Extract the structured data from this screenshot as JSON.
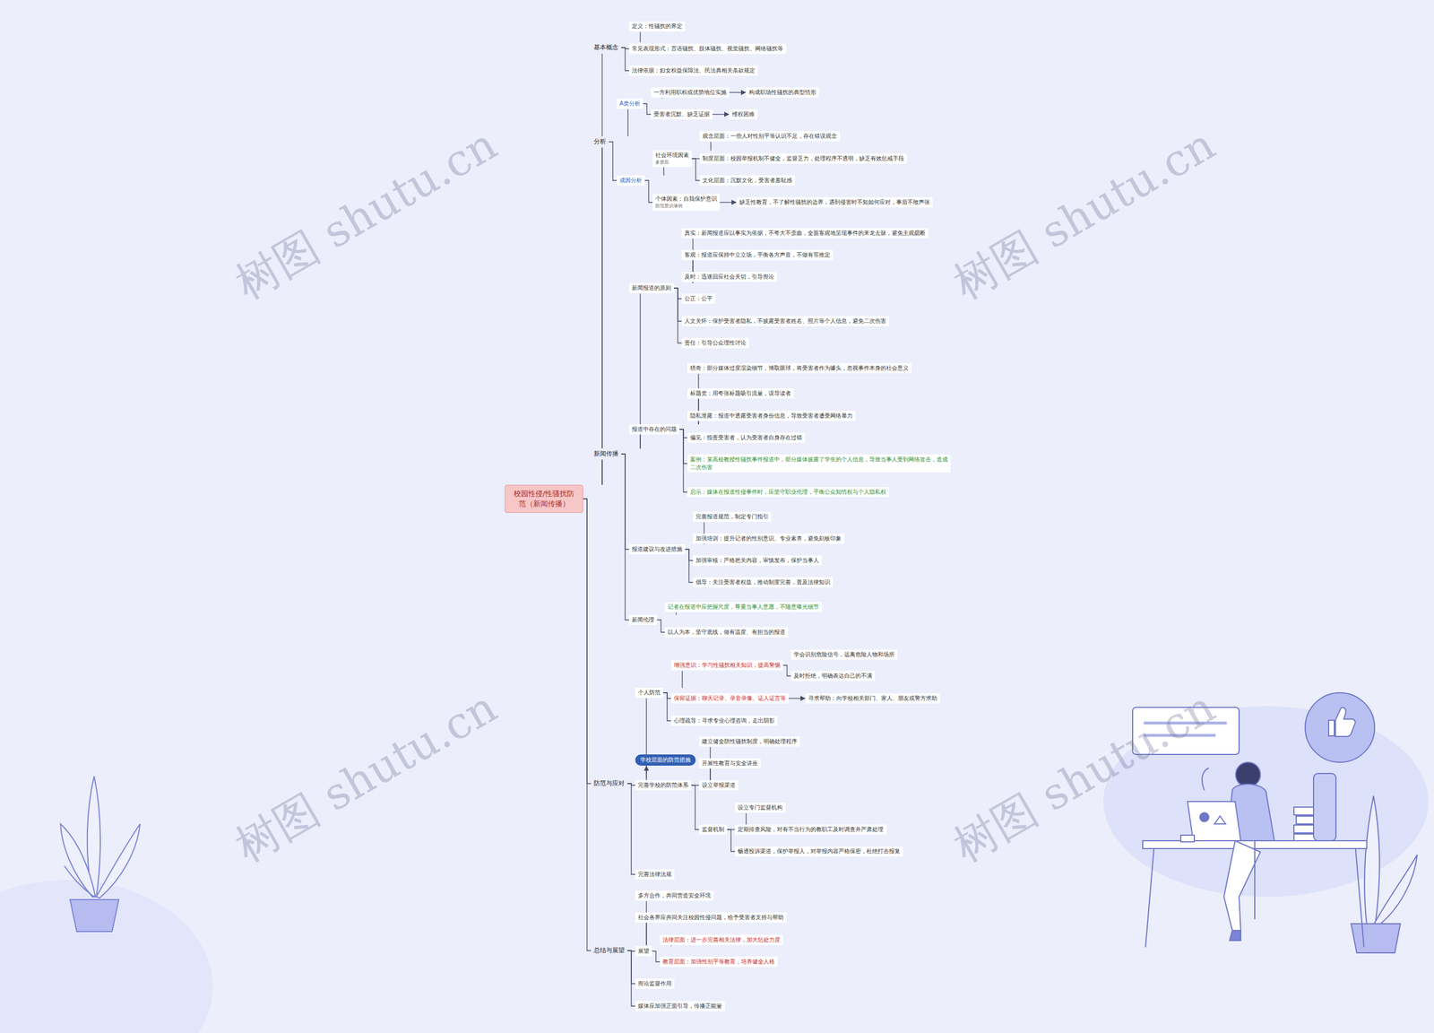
{
  "diagram": {
    "nodes": [
      {
        "text": [
          "校园性侵/性骚扰防范（新闻传播）"
        ]
      },
      {
        "text": [
          "基本概念"
        ]
      },
      {
        "text": [
          "定义：性骚扰的界定"
        ]
      },
      {
        "text": [
          "常见表现形式：言语骚扰、肢体骚扰、视觉骚扰、网络骚扰等"
        ]
      },
      {
        "text": [
          "法律依据：妇女权益保障法、民法典相关条款规定"
        ]
      },
      {
        "text": [
          "分析"
        ]
      },
      {
        "text": [
          "A类分析"
        ]
      },
      {
        "text": [
          "一方利用职权或优势地位实施"
        ]
      },
      {
        "text": [
          "构成职场性骚扰的典型情形"
        ]
      },
      {
        "text": [
          "受害者沉默、缺乏证据"
        ]
      },
      {
        "text": [
          "维权困难"
        ]
      },
      {
        "text": [
          "成因分析"
        ]
      },
      {
        "text": [
          "社会环境因素",
          "多层面"
        ]
      },
      {
        "text": [
          "观念层面：一些人对性别平等认识不足，存在错误观念"
        ]
      },
      {
        "text": [
          "制度层面：校园举报机制不健全，监督乏力，处理程序不透明，缺乏有效惩戒手段"
        ]
      },
      {
        "text": [
          "文化层面：沉默文化，受害者羞耻感"
        ]
      },
      {
        "text": [
          "个体因素：自我保护意识",
          "防范意识薄弱"
        ]
      },
      {
        "text": [
          "缺乏性教育，不了解性骚扰的边界，遇到侵害时不知如何应对，事后不敢声张"
        ]
      },
      {
        "text": [
          "新闻传播"
        ]
      },
      {
        "text": [
          "新闻报道的原则"
        ]
      },
      {
        "text": [
          "真实：新闻报道应以事实为依据，不夸大不歪曲，全面客观地呈现事件的来龙去脉，避免主观臆断"
        ]
      },
      {
        "text": [
          "客观：报道应保持中立立场，平衡各方声音，不做有罪推定"
        ]
      },
      {
        "text": [
          "及时：迅速回应社会关切，引导舆论"
        ]
      },
      {
        "text": [
          "公正：公平"
        ]
      },
      {
        "text": [
          "人文关怀：保护受害者隐私，不披露受害者姓名、照片等个人信息，避免二次伤害"
        ]
      },
      {
        "text": [
          "责任：引导公众理性讨论"
        ]
      },
      {
        "text": [
          "报道中存在的问题"
        ]
      },
      {
        "text": [
          "猎奇：部分媒体过度渲染细节，博取眼球，将受害者作为噱头，忽视事件本身的社会意义"
        ]
      },
      {
        "text": [
          "标题党：用夸张标题吸引流量，误导读者"
        ]
      },
      {
        "text": [
          "隐私泄露：报道中透露受害者身份信息，导致受害者遭受网络暴力"
        ]
      },
      {
        "text": [
          "偏见：指责受害者，认为受害者自身存在过错"
        ]
      },
      {
        "text": [
          "案例：某高校教授性骚扰事件报道中，部分媒体披露了学生的个人信息，导致当事人受到网络攻击，造成二次伤害"
        ]
      },
      {
        "text": [
          "启示：媒体在报道性侵事件时，应坚守职业伦理，平衡公众知情权与个人隐私权"
        ]
      },
      {
        "text": [
          "报道建议与改进措施"
        ]
      },
      {
        "text": [
          "完善报道规范，制定专门指引"
        ]
      },
      {
        "text": [
          "加强培训：提升记者的性别意识、专业素养，避免刻板印象"
        ]
      },
      {
        "text": [
          "加强审核：严格把关内容，审慎发布，保护当事人"
        ]
      },
      {
        "text": [
          "倡导：关注受害者权益，推动制度完善，普及法律知识"
        ]
      },
      {
        "text": [
          "新闻伦理"
        ]
      },
      {
        "text": [
          "记者在报道中应把握尺度，尊重当事人意愿，不随意曝光细节"
        ]
      },
      {
        "text": [
          "以人为本，坚守底线，做有温度、有担当的报道"
        ]
      },
      {
        "text": [
          "防范与应对"
        ]
      },
      {
        "text": [
          "个人防范"
        ]
      },
      {
        "text": [
          "增强意识：学习性骚扰相关知识，提高警惕"
        ]
      },
      {
        "text": [
          "学会识别危险信号，远离危险人物和场所"
        ]
      },
      {
        "text": [
          "及时拒绝，明确表达自己的不满"
        ]
      },
      {
        "text": [
          "保留证据：聊天记录、录音录像、证人证言等"
        ]
      },
      {
        "text": [
          "寻求帮助：向学校相关部门、家人、朋友或警方求助"
        ]
      },
      {
        "text": [
          "心理疏导：寻求专业心理咨询，走出阴影"
        ]
      },
      {
        "text": [
          "学校层面的防范措施"
        ]
      },
      {
        "text": [
          "完善学校的防范体系"
        ]
      },
      {
        "text": [
          "建立健全防性骚扰制度，明确处理程序"
        ]
      },
      {
        "text": [
          "开展性教育与安全讲座"
        ]
      },
      {
        "text": [
          "设立举报渠道"
        ]
      },
      {
        "text": [
          "监督机制"
        ]
      },
      {
        "text": [
          "设立专门监督机构"
        ]
      },
      {
        "text": [
          "定期排查风险，对有不当行为的教职工及时调查并严肃处理"
        ]
      },
      {
        "text": [
          "畅通投诉渠道，保护举报人，对举报内容严格保密，杜绝打击报复"
        ]
      },
      {
        "text": [
          "完善法律法规"
        ]
      },
      {
        "text": [
          "总结与展望"
        ]
      },
      {
        "text": [
          "多方合作，共同营造安全环境"
        ]
      },
      {
        "text": [
          "社会各界应共同关注校园性侵问题，给予受害者支持与帮助"
        ]
      },
      {
        "text": [
          "展望"
        ]
      },
      {
        "text": [
          "法律层面：进一步完善相关法律，加大惩处力度"
        ]
      },
      {
        "text": [
          "教育层面：加强性别平等教育，培养健全人格"
        ]
      },
      {
        "text": [
          "舆论监督作用"
        ]
      },
      {
        "text": [
          "媒体应加强正面引导，传播正能量"
        ]
      }
    ],
    "edges": [
      {
        "from": 0,
        "to": 1,
        "arrow": "none"
      },
      {
        "from": 0,
        "to": 5,
        "arrow": "none"
      },
      {
        "from": 0,
        "to": 18,
        "arrow": "none"
      },
      {
        "from": 0,
        "to": 41,
        "arrow": "none"
      },
      {
        "from": 0,
        "to": 59,
        "arrow": "none"
      },
      {
        "from": 1,
        "to": 2,
        "arrow": "none"
      },
      {
        "from": 1,
        "to": 3,
        "arrow": "none"
      },
      {
        "from": 1,
        "to": 4,
        "arrow": "none"
      },
      {
        "from": 5,
        "to": 6,
        "arrow": "none"
      },
      {
        "from": 5,
        "to": 11,
        "arrow": "none"
      },
      {
        "from": 6,
        "to": 7,
        "arrow": "none"
      },
      {
        "from": 6,
        "to": 9,
        "arrow": "none"
      },
      {
        "from": 7,
        "to": 8,
        "arrow": "to"
      },
      {
        "from": 9,
        "to": 10,
        "arrow": "to"
      },
      {
        "from": 11,
        "to": 12,
        "arrow": "none"
      },
      {
        "from": 11,
        "to": 16,
        "arrow": "none"
      },
      {
        "from": 12,
        "to": 13,
        "arrow": "none"
      },
      {
        "from": 12,
        "to": 14,
        "arrow": "none"
      },
      {
        "from": 12,
        "to": 15,
        "arrow": "none"
      },
      {
        "from": 16,
        "to": 17,
        "arrow": "to"
      },
      {
        "from": 18,
        "to": 19,
        "arrow": "none"
      },
      {
        "from": 18,
        "to": 26,
        "arrow": "none"
      },
      {
        "from": 18,
        "to": 33,
        "arrow": "none"
      },
      {
        "from": 18,
        "to": 38,
        "arrow": "none"
      },
      {
        "from": 19,
        "to": 20,
        "arrow": "none"
      },
      {
        "from": 19,
        "to": 21,
        "arrow": "none"
      },
      {
        "from": 19,
        "to": 22,
        "arrow": "none"
      },
      {
        "from": 19,
        "to": 23,
        "arrow": "none"
      },
      {
        "from": 19,
        "to": 24,
        "arrow": "none"
      },
      {
        "from": 19,
        "to": 25,
        "arrow": "none"
      },
      {
        "from": 26,
        "to": 27,
        "arrow": "none"
      },
      {
        "from": 26,
        "to": 28,
        "arrow": "none"
      },
      {
        "from": 26,
        "to": 29,
        "arrow": "none"
      },
      {
        "from": 26,
        "to": 30,
        "arrow": "none"
      },
      {
        "from": 26,
        "to": 31,
        "arrow": "none"
      },
      {
        "from": 26,
        "to": 32,
        "arrow": "none"
      },
      {
        "from": 33,
        "to": 34,
        "arrow": "none"
      },
      {
        "from": 33,
        "to": 35,
        "arrow": "none"
      },
      {
        "from": 33,
        "to": 36,
        "arrow": "none"
      },
      {
        "from": 33,
        "to": 37,
        "arrow": "none"
      },
      {
        "from": 38,
        "to": 39,
        "arrow": "none"
      },
      {
        "from": 38,
        "to": 40,
        "arrow": "none"
      },
      {
        "from": 41,
        "to": 42,
        "arrow": "none"
      },
      {
        "from": 41,
        "to": 50,
        "arrow": "none"
      },
      {
        "from": 41,
        "to": 58,
        "arrow": "none"
      },
      {
        "from": 42,
        "to": 43,
        "arrow": "none"
      },
      {
        "from": 42,
        "to": 46,
        "arrow": "none"
      },
      {
        "from": 42,
        "to": 48,
        "arrow": "none"
      },
      {
        "from": 43,
        "to": 44,
        "arrow": "none"
      },
      {
        "from": 43,
        "to": 45,
        "arrow": "none"
      },
      {
        "from": 46,
        "to": 47,
        "arrow": "to"
      },
      {
        "from": 50,
        "to": 49,
        "arrow": "to"
      },
      {
        "from": 50,
        "to": 51,
        "arrow": "none"
      },
      {
        "from": 50,
        "to": 52,
        "arrow": "none"
      },
      {
        "from": 50,
        "to": 53,
        "arrow": "none"
      },
      {
        "from": 50,
        "to": 54,
        "arrow": "none"
      },
      {
        "from": 54,
        "to": 55,
        "arrow": "none"
      },
      {
        "from": 54,
        "to": 56,
        "arrow": "none"
      },
      {
        "from": 54,
        "to": 57,
        "arrow": "none"
      },
      {
        "from": 59,
        "to": 60,
        "arrow": "none"
      },
      {
        "from": 59,
        "to": 61,
        "arrow": "none"
      },
      {
        "from": 59,
        "to": 62,
        "arrow": "none"
      },
      {
        "from": 59,
        "to": 65,
        "arrow": "none"
      },
      {
        "from": 59,
        "to": 66,
        "arrow": "none"
      },
      {
        "from": 62,
        "to": 63,
        "arrow": "none"
      },
      {
        "from": 62,
        "to": 64,
        "arrow": "none"
      }
    ],
    "labels": [
      "树图 shutu.cn",
      "树图 shutu.cn",
      "树图 shutu.cn",
      "树图 shutu.cn"
    ]
  }
}
